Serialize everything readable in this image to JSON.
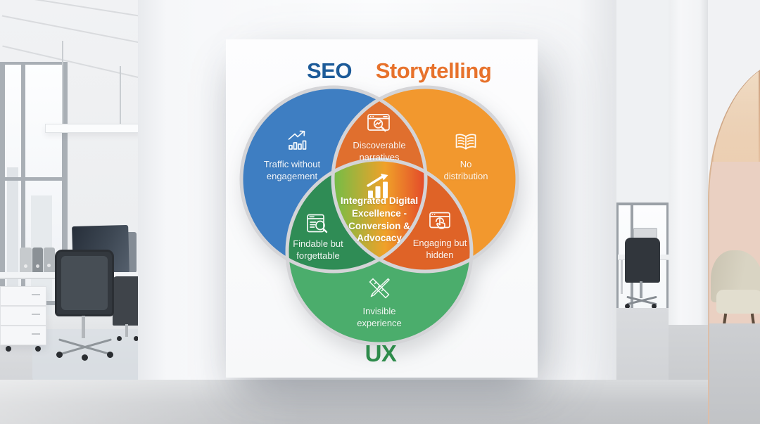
{
  "scene": {
    "type": "office-interior-photo",
    "palette": {
      "wall": "#f2f3f5",
      "floor": "#c8cacd",
      "arch": "#dbb493",
      "pink_wall": "#ead0c2",
      "sofa": "#d3cdbb"
    }
  },
  "poster": {
    "background": "#fdfdfe",
    "ring_color": "#d4d4d7",
    "seo": {
      "title": "SEO",
      "title_color": "#1d5b99",
      "fill": "#3e7ec2",
      "caption": "Traffic without engagement",
      "icon": "trend-bars-arrow-icon"
    },
    "storytelling": {
      "title": "Storytelling",
      "title_color": "#e7722c",
      "fill": "#f2982e",
      "caption": "No distribution",
      "icon": "open-book-icon"
    },
    "ux": {
      "title": "UX",
      "title_color": "#2e8b4b",
      "fill": "#4bad6c",
      "caption": "Invisible experience",
      "icon": "pencil-ruler-icon"
    },
    "overlaps": {
      "seo_storytelling": {
        "fill": "#e06f2e",
        "caption": "Discoverable narratives",
        "icon": "browser-search-trend-icon"
      },
      "seo_ux": {
        "fill": "#2f8c55",
        "caption": "Findable but forgettable",
        "icon": "document-search-icon"
      },
      "storytelling_ux": {
        "fill": "#df6327",
        "caption": "Engaging but hidden",
        "icon": "browser-tap-icon"
      }
    },
    "center": {
      "caption": "Integrated Digital Excellence - Conversion & Advocacy",
      "icon": "growth-bars-arrow-icon",
      "gradient_stops": [
        "#3f8edc",
        "#2fa66b",
        "#7cbb45",
        "#f0a129",
        "#e3482a"
      ]
    }
  }
}
